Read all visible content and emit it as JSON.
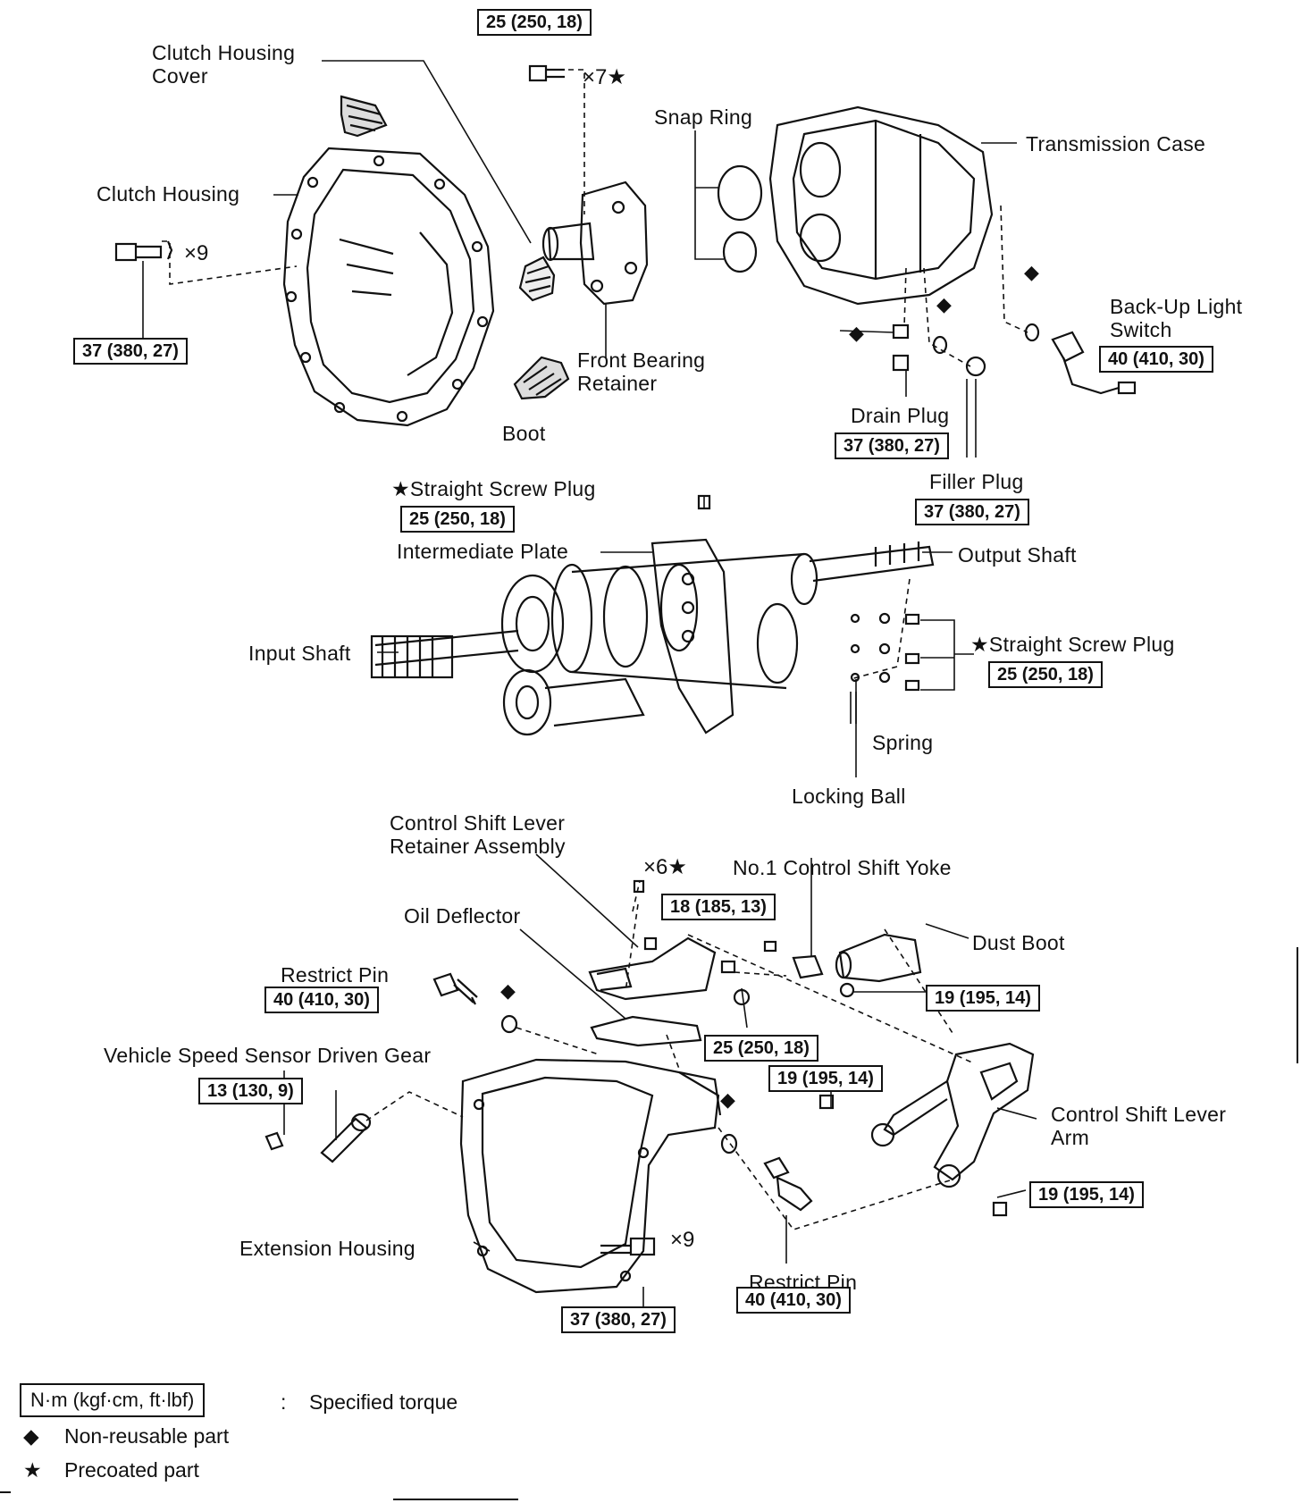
{
  "labels": {
    "clutch_housing_cover": "Clutch Housing\nCover",
    "clutch_housing": "Clutch Housing",
    "snap_ring": "Snap Ring",
    "transmission_case": "Transmission Case",
    "back_up_light_switch": "Back-Up Light\nSwitch",
    "front_bearing_retainer": "Front Bearing\nRetainer",
    "boot": "Boot",
    "drain_plug": "Drain Plug",
    "filler_plug": "Filler Plug",
    "straight_screw_plug_top": "Straight Screw Plug",
    "intermediate_plate": "Intermediate Plate",
    "output_shaft": "Output Shaft",
    "input_shaft": "Input Shaft",
    "straight_screw_plug_right": "Straight Screw Plug",
    "spring": "Spring",
    "locking_ball": "Locking Ball",
    "control_shift_lever_retainer": "Control Shift Lever\nRetainer Assembly",
    "no1_control_shift_yoke": "No.1 Control Shift Yoke",
    "oil_deflector": "Oil Deflector",
    "dust_boot": "Dust Boot",
    "restrict_pin_upper": "Restrict Pin",
    "vehicle_speed_sensor": "Vehicle Speed Sensor Driven Gear",
    "control_shift_lever_arm": "Control Shift Lever\nArm",
    "extension_housing": "Extension Housing",
    "restrict_pin_lower": "Restrict Pin"
  },
  "torques": {
    "front_retainer_bolts": "25 (250, 18)",
    "clutch_housing_bolts": "37 (380, 27)",
    "back_up_light_switch": "40 (410, 30)",
    "drain_plug": "37 (380, 27)",
    "filler_plug": "37 (380, 27)",
    "straight_screw_plug_top": "25 (250, 18)",
    "straight_screw_plug_right": "25 (250, 18)",
    "retainer_assembly_bolts": "18 (185, 13)",
    "dust_boot": "19 (195, 14)",
    "restrict_pin_upper": "40 (410, 30)",
    "oil_deflector_bolt": "25 (250, 18)",
    "lever_arm_upper": "19 (195, 14)",
    "speed_sensor": "13 (130, 9)",
    "lever_arm_lower": "19 (195, 14)",
    "extension_housing_bolts": "37 (380, 27)",
    "restrict_pin_lower": "40 (410, 30)"
  },
  "multipliers": {
    "front_retainer": "×7★",
    "clutch_housing": "×9",
    "retainer_assembly": "×6★",
    "extension_housing": "×9"
  },
  "symbols": {
    "star": "★",
    "diamond": "◆"
  },
  "legend": {
    "unit_box": "N·m (kgf·cm, ft·lbf)",
    "colon": ":",
    "specified_torque": "Specified torque",
    "diamond_text": "Non-reusable part",
    "star_text": "Precoated part"
  }
}
